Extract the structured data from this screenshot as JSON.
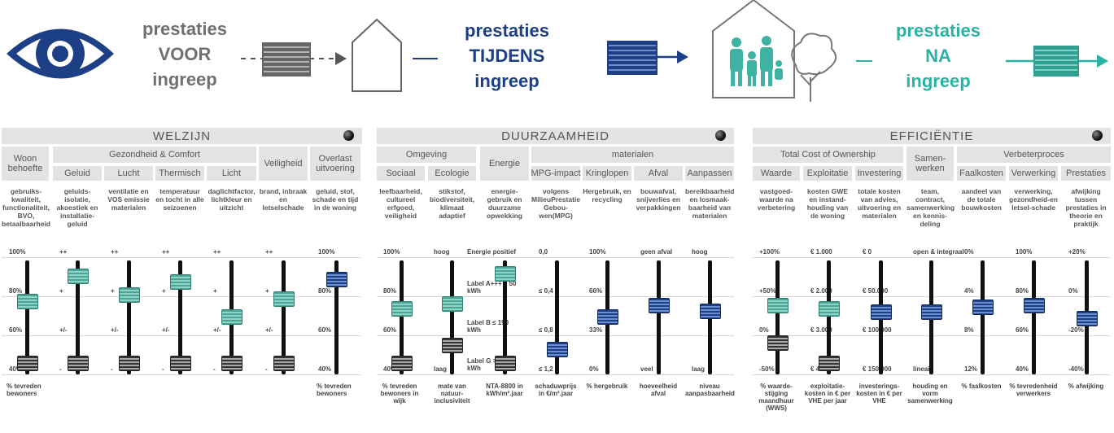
{
  "header": {
    "before": [
      "prestaties",
      "VOOR",
      "ingreep"
    ],
    "during": [
      "prestaties",
      "TIJDENS",
      "ingreep"
    ],
    "after": [
      "prestaties",
      "NA",
      "ingreep"
    ],
    "colors": {
      "before": "#707070",
      "during": "#1d3f86",
      "after": "#2ab2a2",
      "eye": "#1c3f86"
    }
  },
  "sections": [
    {
      "title": "WELZIJN"
    },
    {
      "title": "DUURZAAMHEID"
    },
    {
      "title": "EFFICIËNTIE"
    }
  ],
  "groups": {
    "woon": "Woon behoefte",
    "gezondheid": "Gezondheid & Comfort",
    "veiligheid": "Veiligheid",
    "overlast": "Overlast uitvoering",
    "omgeving": "Omgeving",
    "energie": "Energie",
    "materialen": "materialen",
    "tco": "Total Cost of Ownership",
    "samenwerken": "Samen-werken",
    "verbeterproces": "Verbeterproces"
  },
  "subs": {
    "geluid": "Geluid",
    "lucht": "Lucht",
    "thermisch": "Thermisch",
    "licht": "Licht",
    "sociaal": "Sociaal",
    "ecologie": "Ecologie",
    "mpg": "MPG-impact",
    "kringlopen": "Kringlopen",
    "afval": "Afval",
    "aanpassen": "Aanpassen",
    "waarde": "Waarde",
    "exploitatie": "Exploitatie",
    "investering": "Investering",
    "faalkosten": "Faalkosten",
    "verwerking": "Verwerking",
    "prestaties": "Prestaties"
  },
  "descriptions": {
    "woon": "gebruiks-kwaliteit, functionaliteit, BVO, betaalbaarheid",
    "geluid": "geluids-isolatie, akoestiek en installatie-geluid",
    "lucht": "ventilatie en VOS emissie materialen",
    "thermisch": "temperatuur en tocht in alle seizoenen",
    "licht": "daglichtfactor, lichtkleur en uitzicht",
    "veiligheid": "brand, inbraak en letselschade",
    "overlast": "geluid, stof, schade en tijd in de woning",
    "sociaal": "leefbaarheid, cultureel erfgoed, veiligheid",
    "ecologie": "stikstof, biodiversiteit, klimaat adaptief",
    "energie": "energie-gebruik en duurzame opwekking",
    "mpg": "volgens MilieuPrestatie Gebou-wen(MPG)",
    "kringlopen": "Hergebruik, en recycling",
    "afval": "bouwafval, snijverlies en verpakkingen",
    "aanpassen": "bereikbaarheid en losmaak-baarheid van materialen",
    "waarde": "vastgoed-waarde na verbetering",
    "exploitatie": "kosten GWE en instand-houding van de woning",
    "investering": "totale kosten van advies, uitvoering en materialen",
    "samenwerken": "team, contract, samenwerking en kennis-deling",
    "faalkosten": "aandeel van de totale bouwkosten",
    "verwerking": "verwerking, gezondheid-en letsel-schade",
    "prestaties": "afwijking tussen prestaties in theorie en praktijk"
  },
  "scale_labels": {
    "pct": [
      "100%",
      "80%",
      "60%",
      "40%"
    ],
    "plus": [
      "++",
      "+",
      "+/-",
      "-"
    ],
    "social": [
      "100%",
      "80%",
      "60%",
      "40%"
    ],
    "ecologie": [
      "hoog",
      "laag"
    ],
    "energie": [
      "Energie positief",
      "Label A+++ ≤ 50 kWh",
      "Label B ≤ 190 kWh",
      "Label G > 380 kWh"
    ],
    "mpg": [
      "0,0",
      "≤ 0,4",
      "≤ 0,8",
      "≤ 1,2"
    ],
    "kringlopen": [
      "100%",
      "66%",
      "33%",
      "0%"
    ],
    "afval": [
      "geen afval",
      "veel"
    ],
    "aanpassen": [
      "hoog",
      "laag"
    ],
    "waarde": [
      "+100%",
      "+50%",
      "0%",
      "-50%"
    ],
    "exploitatie": [
      "€ 1.000",
      "€ 2.000",
      "€ 3.000",
      "€ 4.000"
    ],
    "investering": [
      "€ 0",
      "€ 50.000",
      "€ 100.000",
      "€ 150.000"
    ],
    "samenwerken": [
      "open & integraal",
      "lineair"
    ],
    "faalkosten": [
      "0%",
      "4%",
      "8%",
      "12%"
    ],
    "verwerking": [
      "100%",
      "80%",
      "60%",
      "40%"
    ],
    "prestaties": [
      "+20%",
      "0%",
      "-20%",
      "-40%"
    ]
  },
  "captions": {
    "woon": "% tevreden bewoners",
    "overlast": "% tevreden bewoners",
    "sociaal": "% tevreden bewoners in wijk",
    "ecologie": "mate van natuur-inclusiviteit",
    "energie": "NTA-8800 in kWh/m².jaar",
    "mpg": "schaduwprijs in €/m².jaar",
    "kringlopen": "% hergebruik",
    "afval": "hoeveelheid afval",
    "aanpassen": "niveau aanpasbaarheid",
    "waarde": "% waarde-stijging maandhuur (WWS)",
    "exploitatie": "exploitatie-kosten in € per VHE per jaar",
    "investering": "investerings-kosten in € per VHE",
    "samenwerken": "houding en vorm samenwerking",
    "faalkosten": "% faalkosten",
    "verwerking": "% tevredenheid verwerkers",
    "prestaties": "% afwijking"
  },
  "sliders": [
    {
      "id": "woon",
      "teal": 0.62,
      "grey": 0.05
    },
    {
      "id": "geluid",
      "teal": 0.85,
      "grey": 0.05
    },
    {
      "id": "lucht",
      "teal": 0.68,
      "grey": 0.05
    },
    {
      "id": "thermisch",
      "teal": 0.8,
      "grey": 0.05
    },
    {
      "id": "licht",
      "teal": 0.48,
      "grey": 0.05
    },
    {
      "id": "veiligheid",
      "teal": 0.64,
      "grey": 0.05
    },
    {
      "id": "overlast",
      "blue": 0.82
    },
    {
      "id": "sociaal",
      "teal": 0.55,
      "grey": 0.05
    },
    {
      "id": "ecologie",
      "teal": 0.6,
      "grey": 0.22
    },
    {
      "id": "energie",
      "teal": 0.87,
      "grey": 0.05
    },
    {
      "id": "mpg",
      "blue": 0.18
    },
    {
      "id": "kringlopen",
      "blue": 0.48
    },
    {
      "id": "afval",
      "blue": 0.58
    },
    {
      "id": "aanpassen",
      "blue": 0.53
    },
    {
      "id": "waarde",
      "teal": 0.58,
      "grey": 0.24
    },
    {
      "id": "exploitatie",
      "teal": 0.55,
      "grey": 0.05
    },
    {
      "id": "investering",
      "blue": 0.52
    },
    {
      "id": "samenwerken",
      "blue": 0.52
    },
    {
      "id": "faalkosten",
      "blue": 0.57
    },
    {
      "id": "verwerking",
      "blue": 0.58
    },
    {
      "id": "prestaties",
      "blue": 0.46
    }
  ]
}
